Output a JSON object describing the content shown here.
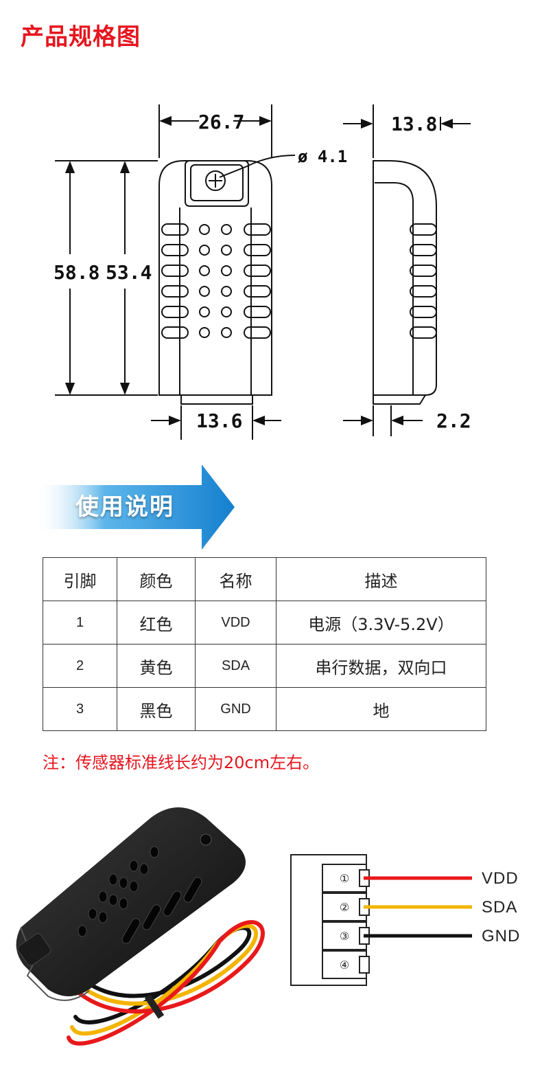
{
  "title": "产品规格图",
  "dimensions": {
    "width": "26.7",
    "depth": "13.8",
    "hole": "ø 4.1",
    "height_total": "58.8",
    "height_body": "53.4",
    "bottom_width": "13.6",
    "bottom_depth": "2.2"
  },
  "banner": {
    "label": "使用说明"
  },
  "pin_table": {
    "headers": [
      "引脚",
      "颜色",
      "名称",
      "描述"
    ],
    "rows": [
      [
        "1",
        "红色",
        "VDD",
        "电源（3.3V-5.2V）"
      ],
      [
        "2",
        "黄色",
        "SDA",
        "串行数据，双向口"
      ],
      [
        "3",
        "黑色",
        "GND",
        "地"
      ]
    ]
  },
  "note": "注：传感器标准线长约为20cm左右。",
  "connector": {
    "pins": [
      "①",
      "②",
      "③",
      "④"
    ],
    "wires": [
      "VDD",
      "SDA",
      "GND"
    ]
  },
  "colors": {
    "accent_red": "#e6161f",
    "wire_red": "#e8191b",
    "wire_yellow": "#f4b400",
    "wire_black": "#111111",
    "banner_blue": "#1b8fd8"
  }
}
